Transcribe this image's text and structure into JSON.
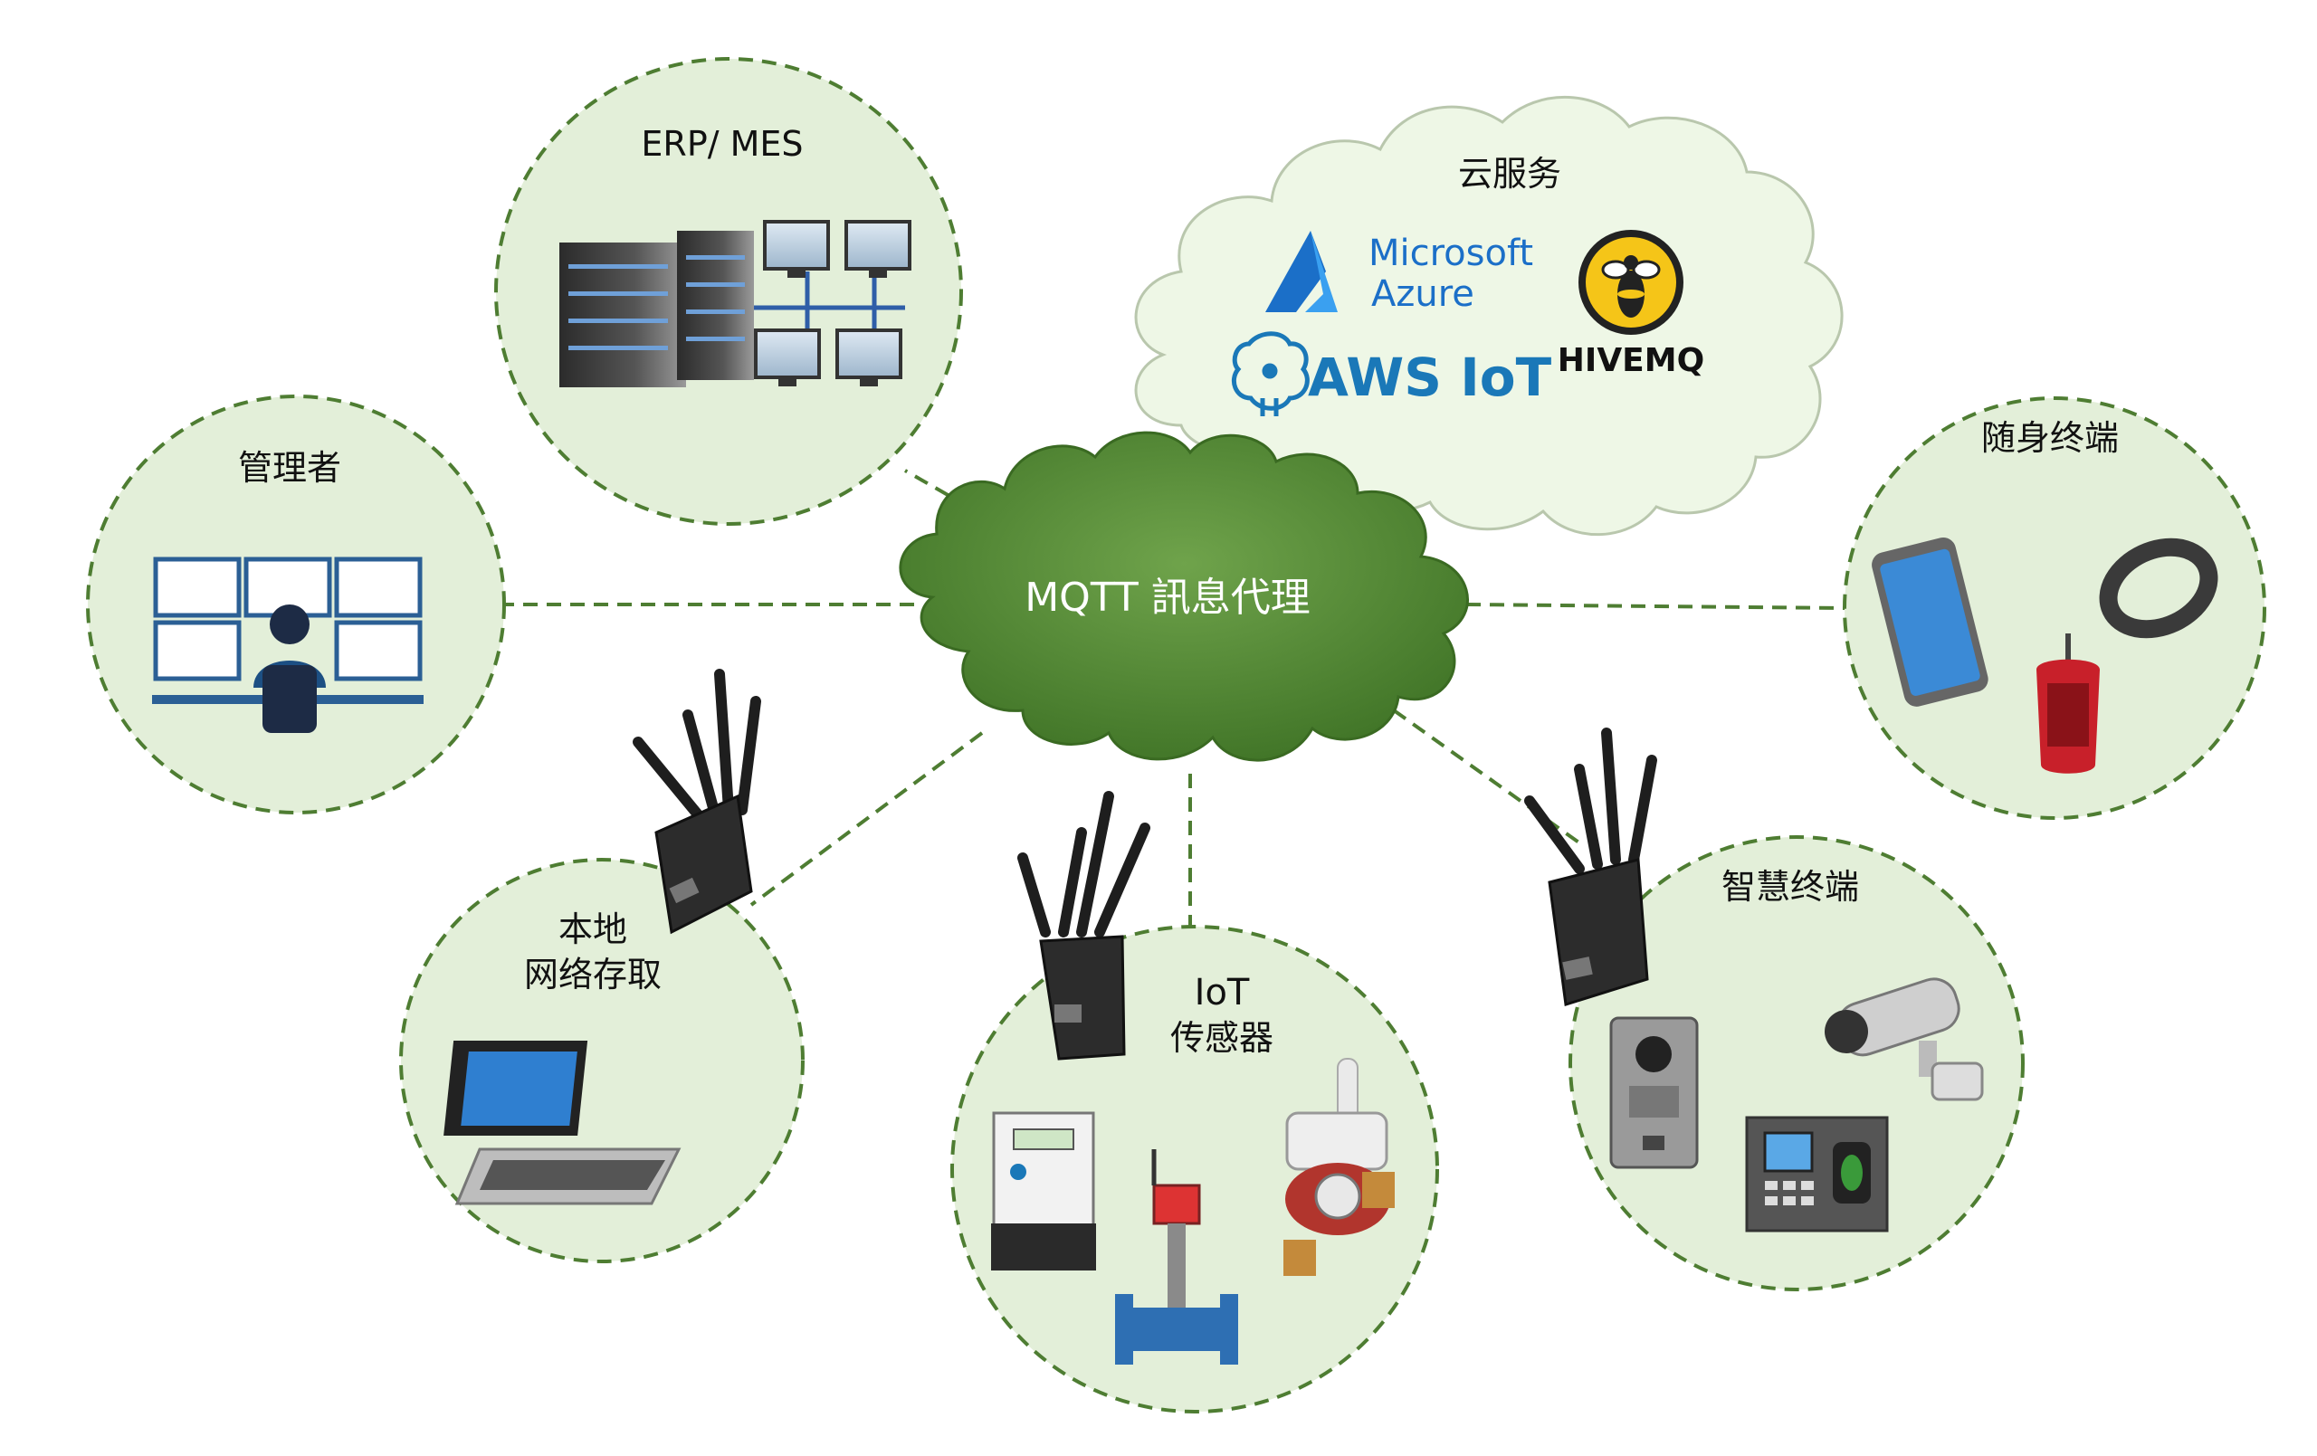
{
  "broker": {
    "label": "MQTT 訊息代理"
  },
  "cloud": {
    "label": "云服务",
    "microsoft_line1": "Microsoft",
    "microsoft_line2": "Azure",
    "aws": "AWS IoT",
    "hivemq": "HIVEMQ"
  },
  "nodes": {
    "erp": {
      "label": "ERP/ MES"
    },
    "manager": {
      "label": "管理者"
    },
    "mobile": {
      "label": "随身终端"
    },
    "nas": {
      "label_line1": "本地",
      "label_line2": "网络存取"
    },
    "iot": {
      "label_line1": "IoT",
      "label_line2": "传感器"
    },
    "smart": {
      "label": "智慧终端"
    }
  },
  "colors": {
    "circle_fill": "#e3efd9",
    "dash": "#4e7d32",
    "broker_fill": "#5a8f3a",
    "cloud_fill": "#eef7e6",
    "azure_blue": "#1b6fc8",
    "aws_blue": "#1a78b8",
    "hive_yellow": "#f5c518"
  }
}
